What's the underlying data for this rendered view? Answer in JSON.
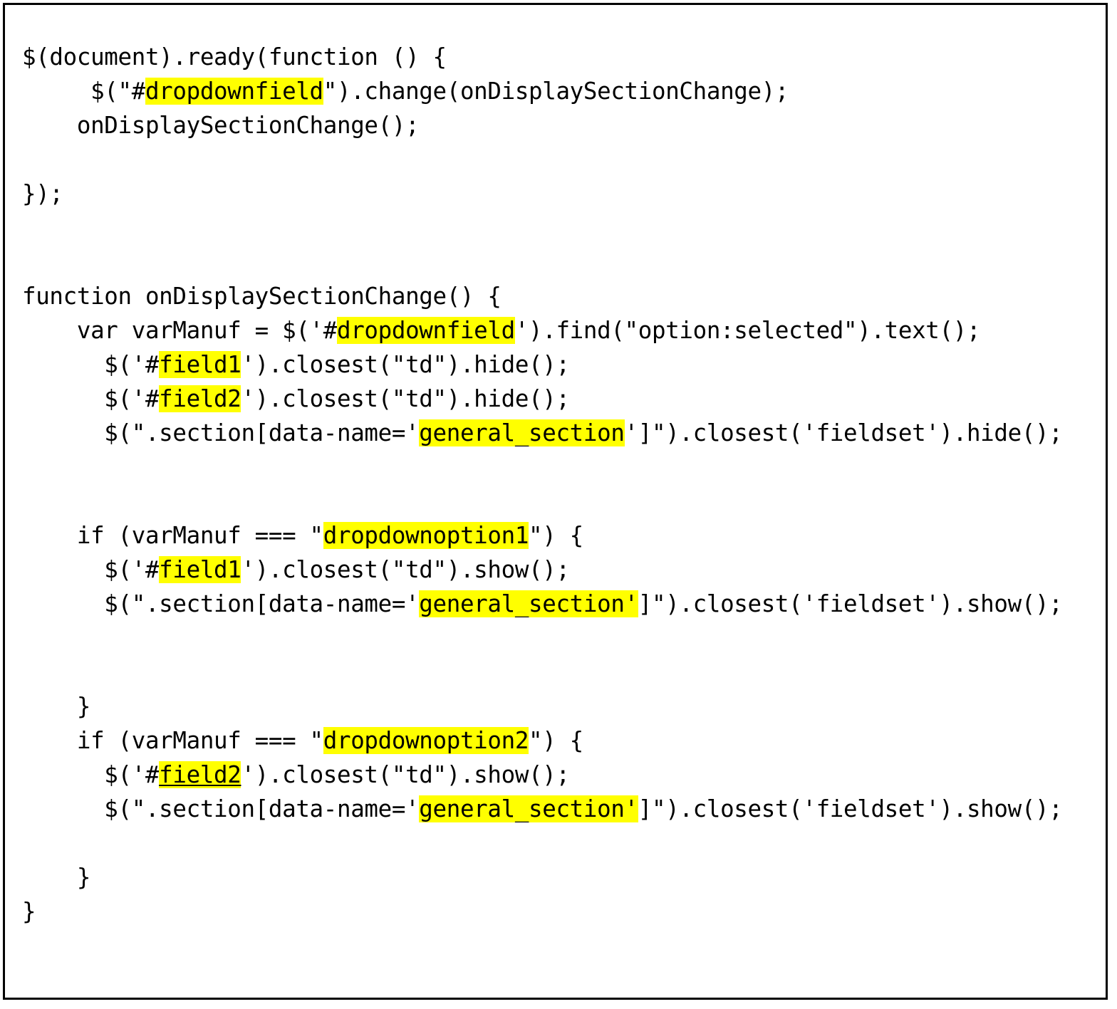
{
  "document": {
    "type": "code-snippet-screenshot",
    "language": "javascript-jquery",
    "highlight_color": "#ffff00",
    "text_color": "#000000",
    "background_color": "#ffffff",
    "border_color": "#000000"
  },
  "code": {
    "lines": [
      {
        "index": 0,
        "text": "$(document).ready(function () {",
        "segments": [
          {
            "text": "$(document).ready(function () {",
            "style": "plain"
          }
        ]
      },
      {
        "index": 1,
        "text": "    $(\"#dropdownfield\").change(onDisplaySectionChange);",
        "segments": [
          {
            "text": "     $(\"#",
            "style": "plain"
          },
          {
            "text": "dropdownfield",
            "style": "highlight"
          },
          {
            "text": "\").change(onDisplaySectionChange);",
            "style": "plain"
          }
        ]
      },
      {
        "index": 2,
        "text": "    onDisplaySectionChange();",
        "segments": [
          {
            "text": "    onDisplaySectionChange();",
            "style": "plain"
          }
        ]
      },
      {
        "index": 3,
        "text": "",
        "segments": []
      },
      {
        "index": 4,
        "text": "});",
        "segments": [
          {
            "text": "});",
            "style": "plain"
          }
        ]
      },
      {
        "index": 5,
        "text": "",
        "segments": []
      },
      {
        "index": 6,
        "text": "",
        "segments": []
      },
      {
        "index": 7,
        "text": "function onDisplaySectionChange() {",
        "segments": [
          {
            "text": "function onDisplaySectionChange() {",
            "style": "plain"
          }
        ]
      },
      {
        "index": 8,
        "text": "   var varManuf = $('#dropdownfield').find(\"option:selected\").text();",
        "segments": [
          {
            "text": "    var varManuf = $('#",
            "style": "plain"
          },
          {
            "text": "dropdownfield",
            "style": "highlight"
          },
          {
            "text": "').find(\"option:selected\").text();",
            "style": "plain"
          }
        ]
      },
      {
        "index": 9,
        "text": "     $('#field1').closest(\"td\").hide();",
        "segments": [
          {
            "text": "      $('#",
            "style": "plain"
          },
          {
            "text": "field1",
            "style": "highlight"
          },
          {
            "text": "').closest(\"td\").hide();",
            "style": "plain"
          }
        ]
      },
      {
        "index": 10,
        "text": "     $('#field2').closest(\"td\").hide();",
        "segments": [
          {
            "text": "      $('#",
            "style": "plain"
          },
          {
            "text": "field2",
            "style": "highlight"
          },
          {
            "text": "').closest(\"td\").hide();",
            "style": "plain"
          }
        ]
      },
      {
        "index": 11,
        "text": "     $(\".section[data-name='general_section']\").closest('fieldset').hide();",
        "segments": [
          {
            "text": "      $(\".section[data-name='",
            "style": "plain"
          },
          {
            "text": "general_section",
            "style": "highlight"
          },
          {
            "text": "']\").closest('fieldset').hide();",
            "style": "plain"
          }
        ]
      },
      {
        "index": 12,
        "text": "",
        "segments": []
      },
      {
        "index": 13,
        "text": "",
        "segments": []
      },
      {
        "index": 14,
        "text": "   if (varManuf === \"dropdownoption1\") {",
        "segments": [
          {
            "text": "    if (varManuf === \"",
            "style": "plain"
          },
          {
            "text": "dropdownoption1",
            "style": "highlight"
          },
          {
            "text": "\") {",
            "style": "plain"
          }
        ]
      },
      {
        "index": 15,
        "text": "     $('#field1').closest(\"td\").show();",
        "segments": [
          {
            "text": "      $('#",
            "style": "plain"
          },
          {
            "text": "field1",
            "style": "highlight"
          },
          {
            "text": "').closest(\"td\").show();",
            "style": "plain"
          }
        ]
      },
      {
        "index": 16,
        "text": "     $(\".section[data-name='general_section']\").closest('fieldset').show();",
        "segments": [
          {
            "text": "      $(\".section[data-name='",
            "style": "plain"
          },
          {
            "text": "general_section'",
            "style": "highlight"
          },
          {
            "text": "]\").closest('fieldset').show();",
            "style": "plain"
          }
        ]
      },
      {
        "index": 17,
        "text": "",
        "segments": []
      },
      {
        "index": 18,
        "text": "",
        "segments": []
      },
      {
        "index": 19,
        "text": "   }",
        "segments": [
          {
            "text": "    }",
            "style": "plain"
          }
        ]
      },
      {
        "index": 20,
        "text": "   if (varManuf === \"dropdownoption2\") {",
        "segments": [
          {
            "text": "    if (varManuf === \"",
            "style": "plain"
          },
          {
            "text": "dropdownoption2",
            "style": "highlight"
          },
          {
            "text": "\") {",
            "style": "plain"
          }
        ]
      },
      {
        "index": 21,
        "text": "     $('#field2').closest(\"td\").show();",
        "segments": [
          {
            "text": "      $('#",
            "style": "plain"
          },
          {
            "text": "field2",
            "style": "highlight-underline"
          },
          {
            "text": "').closest(\"td\").show();",
            "style": "plain"
          }
        ]
      },
      {
        "index": 22,
        "text": "     $(\".section[data-name='general_section']\").closest('fieldset').show();",
        "segments": [
          {
            "text": "      $(\".section[data-name='",
            "style": "plain"
          },
          {
            "text": "general_section'",
            "style": "highlight"
          },
          {
            "text": "]\").closest('fieldset').show();",
            "style": "plain"
          }
        ]
      },
      {
        "index": 23,
        "text": "",
        "segments": []
      },
      {
        "index": 24,
        "text": "   }",
        "segments": [
          {
            "text": "    }",
            "style": "plain"
          }
        ]
      },
      {
        "index": 25,
        "text": "}",
        "segments": [
          {
            "text": "}",
            "style": "plain"
          }
        ]
      }
    ]
  }
}
